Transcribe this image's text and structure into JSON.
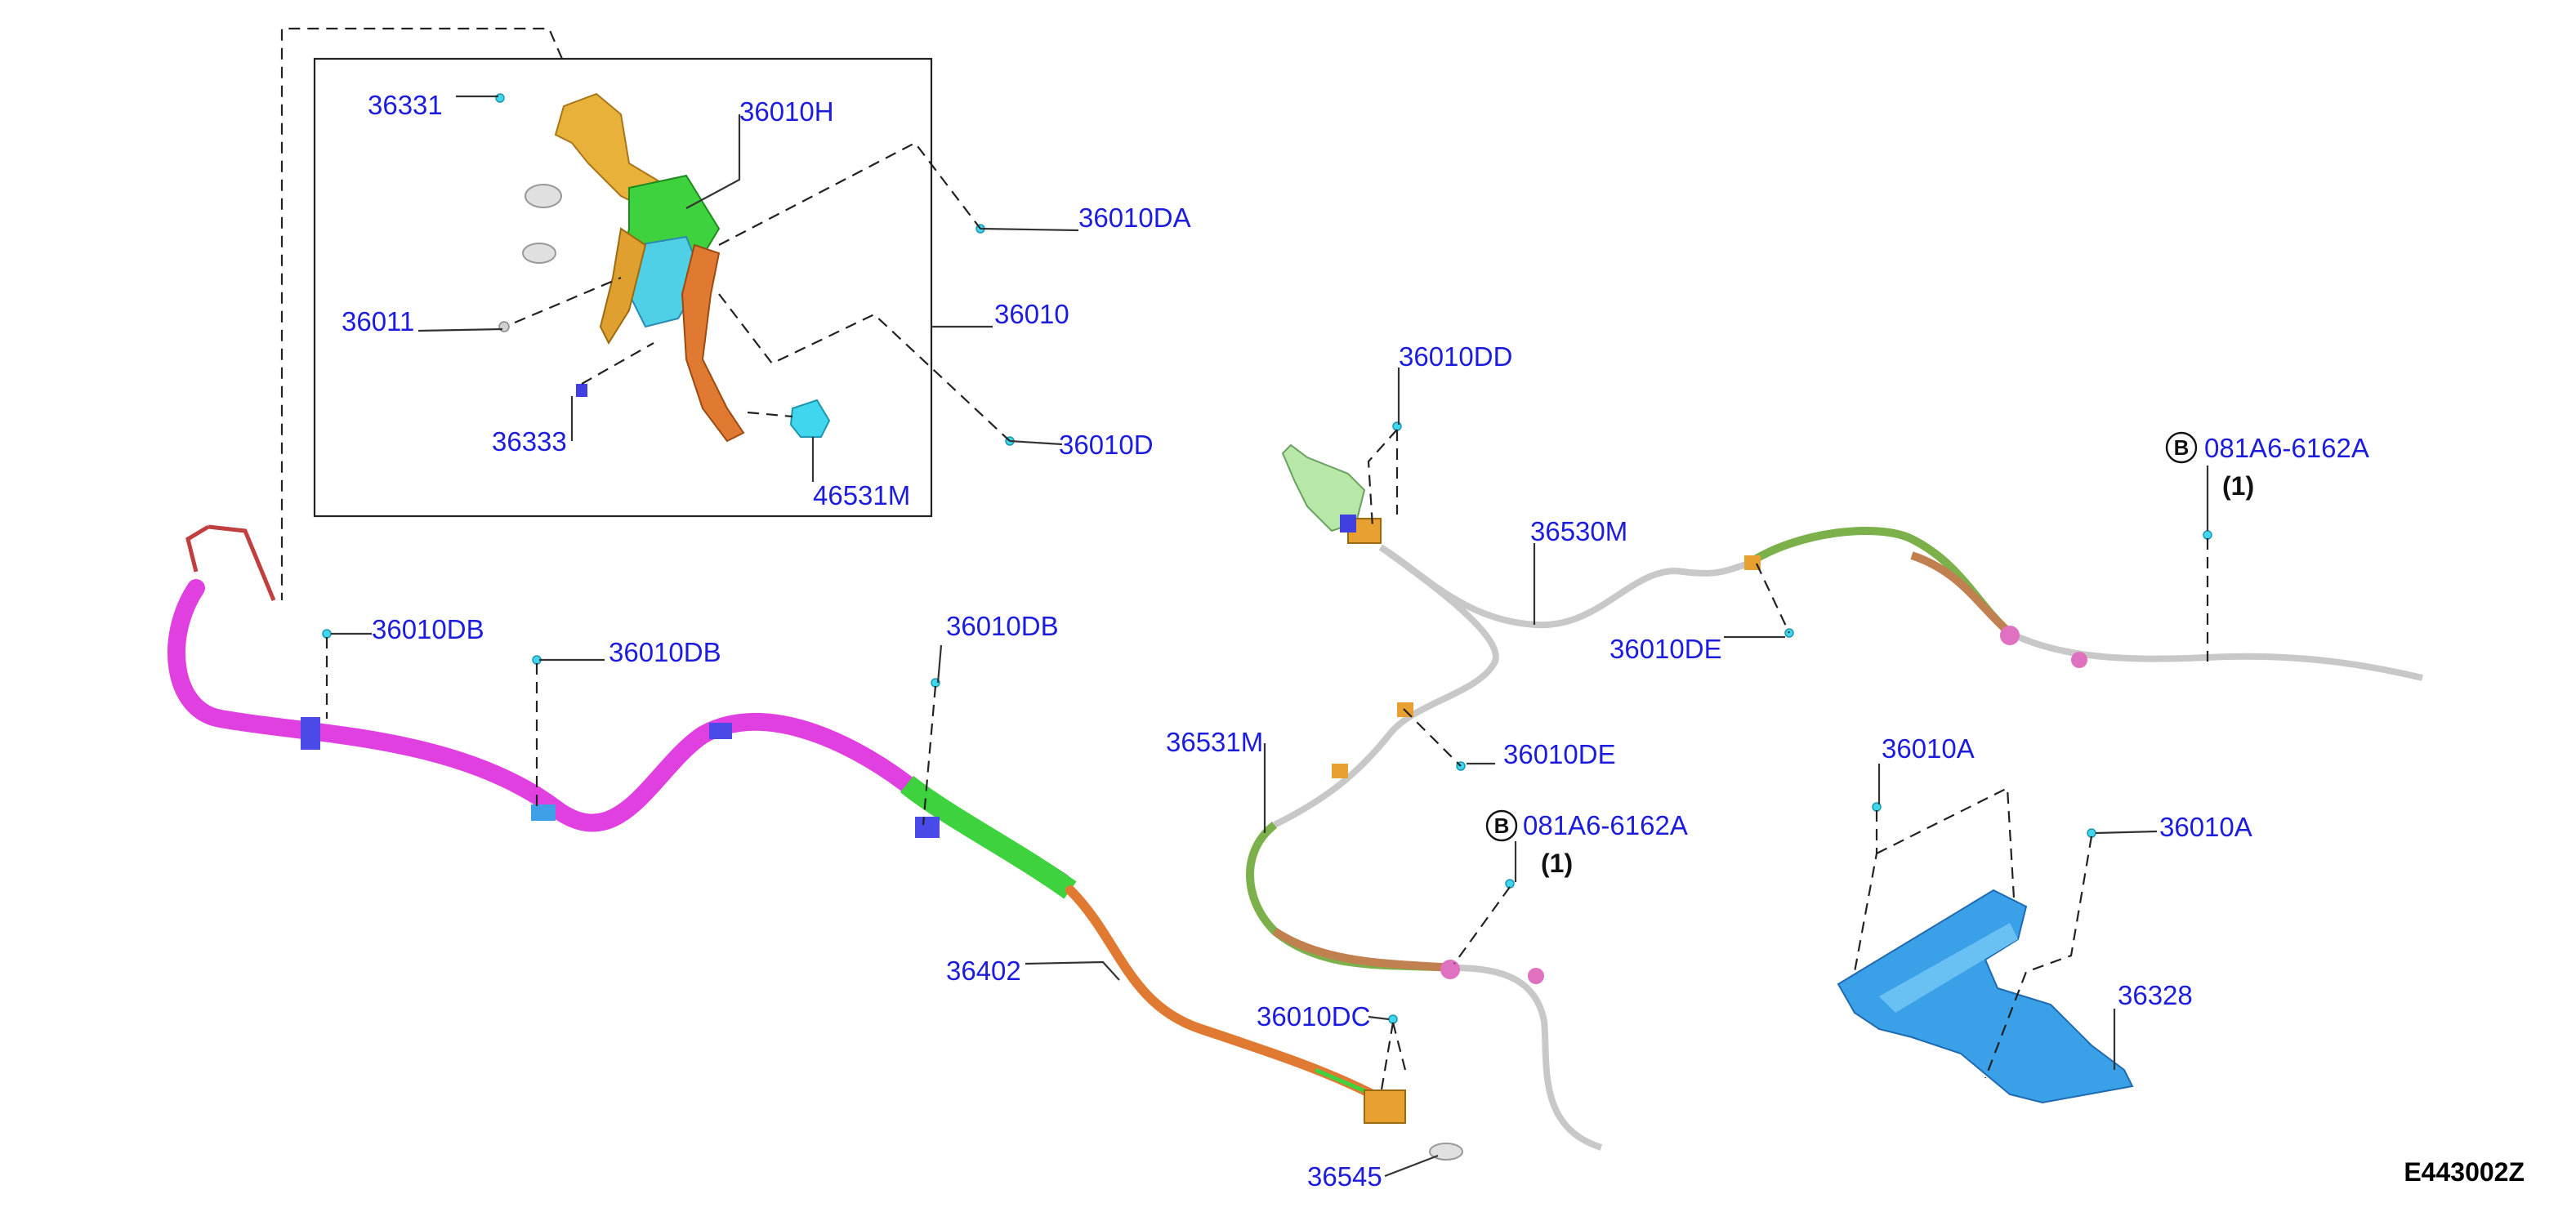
{
  "figure_id": "E443002Z",
  "callouts": {
    "p36331": "36331",
    "p36010H": "36010H",
    "p36010DA": "36010DA",
    "p36011": "36011",
    "p36010": "36010",
    "p36333": "36333",
    "p36010D": "36010D",
    "p46531M": "46531M",
    "p36010DB_1": "36010DB",
    "p36010DB_2": "36010DB",
    "p36010DB_3": "36010DB",
    "p36402": "36402",
    "p36010DC": "36010DC",
    "p36545": "36545",
    "p36010DD": "36010DD",
    "p36530M": "36530M",
    "p36010DE_1": "36010DE",
    "p36010DE_2": "36010DE",
    "p36531M": "36531M",
    "p081A6_1": "081A6-6162A",
    "p081A6_2": "081A6-6162A",
    "p36010A_1": "36010A",
    "p36010A_2": "36010A",
    "p36328": "36328"
  },
  "bolt_marker": "B",
  "quantity": "(1)",
  "colors": {
    "label_blue": "#1c1cde",
    "pedal_bracket": "#e8b23a",
    "pedal_body_green": "#3ed23e",
    "pedal_arm_orange": "#e07a32",
    "front_cable_magenta": "#e040e0",
    "rear_cable_green": "#7bb04a",
    "heat_shield_blue": "#3aa0e8",
    "clip_cyan": "#3fd6ee",
    "bracket_grey": "#c8c8c8"
  }
}
